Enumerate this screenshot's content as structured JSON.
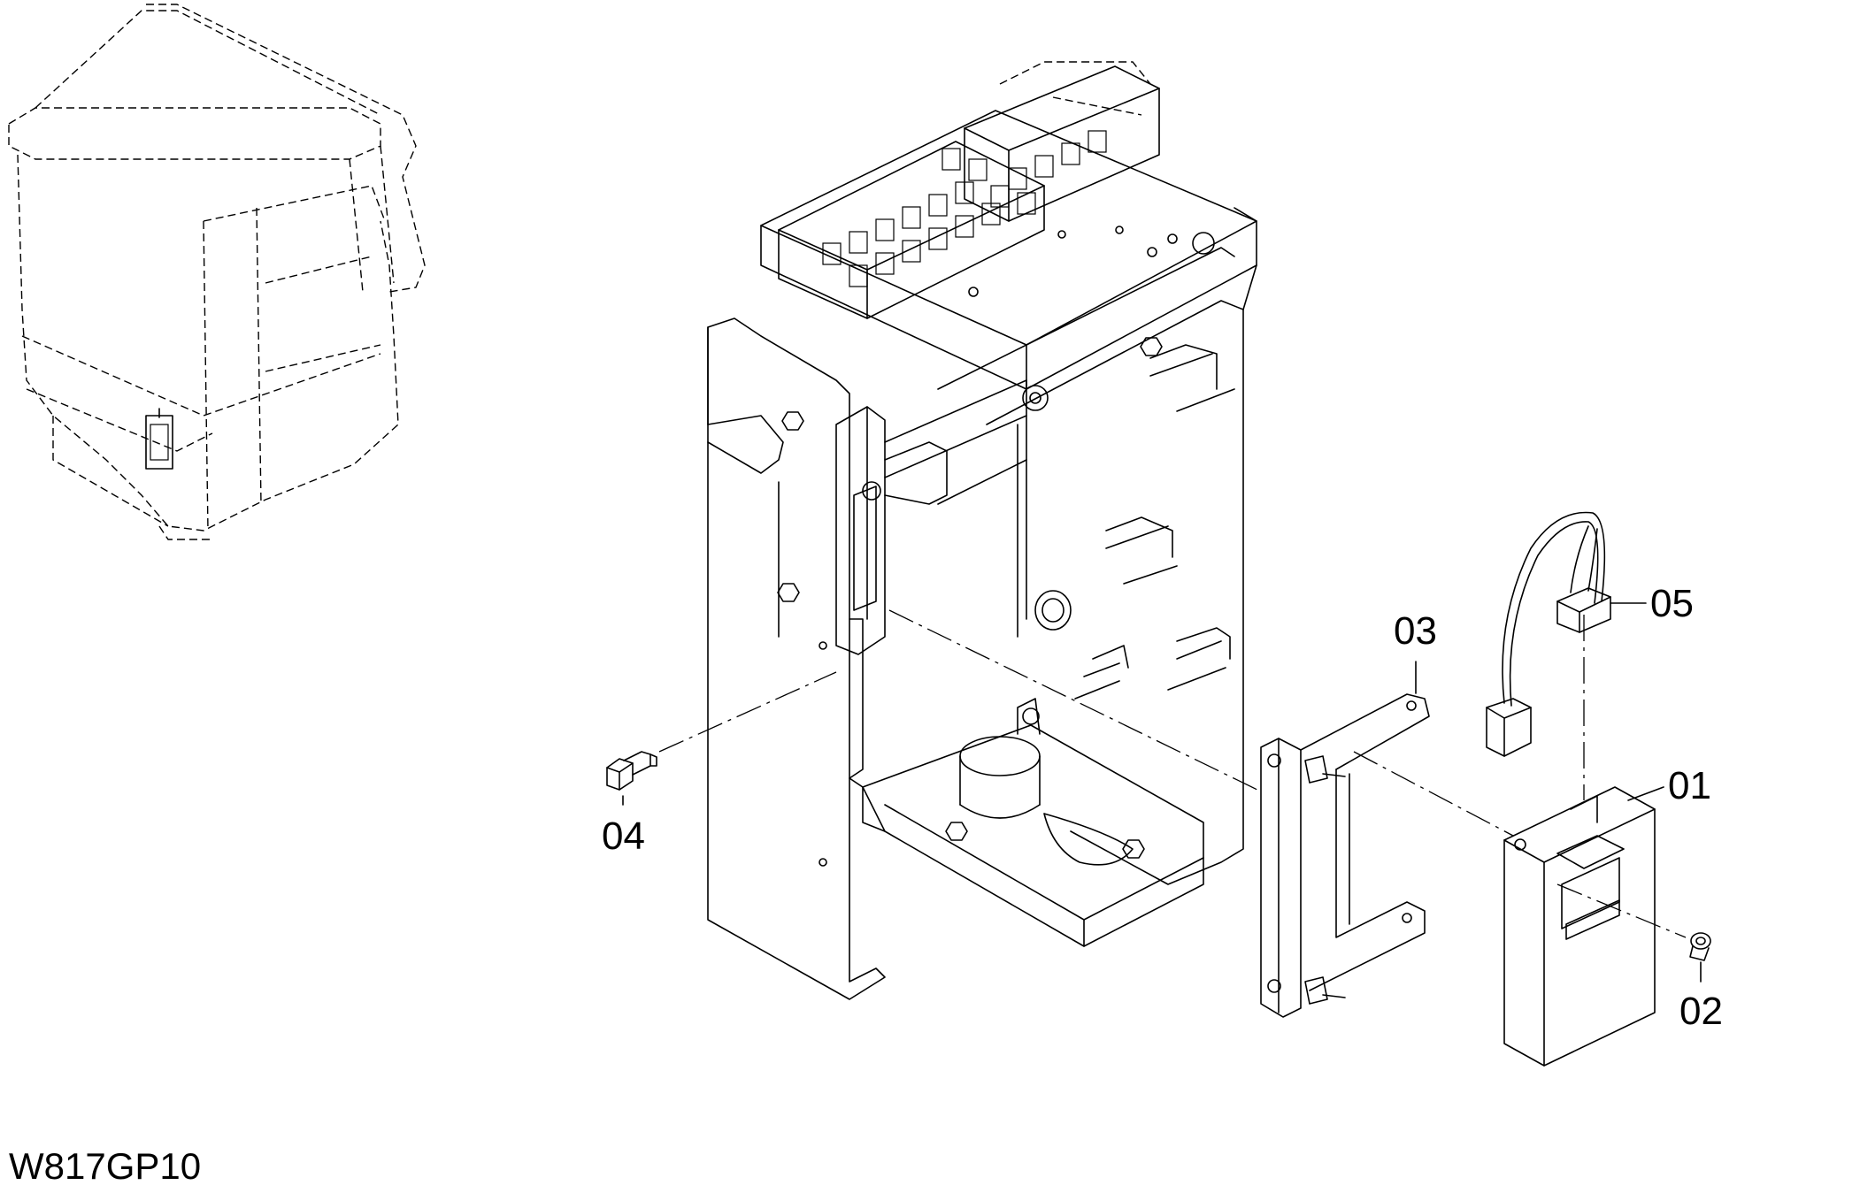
{
  "drawing": {
    "code": "W817GP10",
    "parts": [
      {
        "id": "p01",
        "label": "01"
      },
      {
        "id": "p02",
        "label": "02"
      },
      {
        "id": "p03",
        "label": "03"
      },
      {
        "id": "p04",
        "label": "04"
      },
      {
        "id": "p05",
        "label": "05"
      }
    ]
  }
}
